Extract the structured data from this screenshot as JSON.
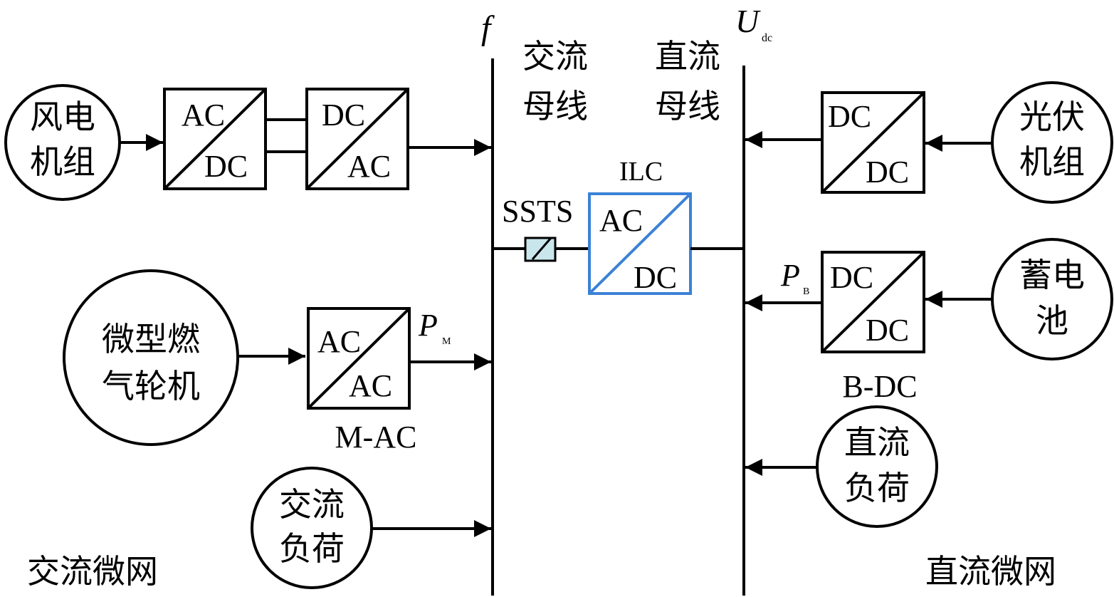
{
  "buses": {
    "ac": {
      "symbol": "f",
      "label_line1": "交流",
      "label_line2": "母线"
    },
    "dc": {
      "symbol": "U",
      "symbol_sub": "dc",
      "label_line1": "直流",
      "label_line2": "母线"
    }
  },
  "ac_side": {
    "region_label": "交流微网",
    "wind": {
      "line1": "风电",
      "line2": "机组"
    },
    "rectifier": {
      "top": "AC",
      "bottom": "DC"
    },
    "inverter": {
      "top": "DC",
      "bottom": "AC"
    },
    "turbine": {
      "line1": "微型燃",
      "line2": "气轮机"
    },
    "m_ac": {
      "top": "AC",
      "bottom": "AC",
      "caption": "M-AC",
      "power": "P",
      "power_sub": "M"
    },
    "ac_load": {
      "line1": "交流",
      "line2": "负荷"
    }
  },
  "interlink": {
    "ssts_label": "SSTS",
    "ilc_label": "ILC",
    "ilc": {
      "top": "AC",
      "bottom": "DC"
    },
    "accent_color": "#3b82d6",
    "switch_fill": "#c9e6ec"
  },
  "dc_side": {
    "region_label": "直流微网",
    "pv": {
      "line1": "光伏",
      "line2": "机组"
    },
    "pv_conv": {
      "top": "DC",
      "bottom": "DC"
    },
    "battery": {
      "line1": "蓄电",
      "line2": "池"
    },
    "b_dc": {
      "top": "DC",
      "bottom": "DC",
      "caption": "B-DC",
      "power": "P",
      "power_sub": "B"
    },
    "dc_load": {
      "line1": "直流",
      "line2": "负荷"
    }
  }
}
